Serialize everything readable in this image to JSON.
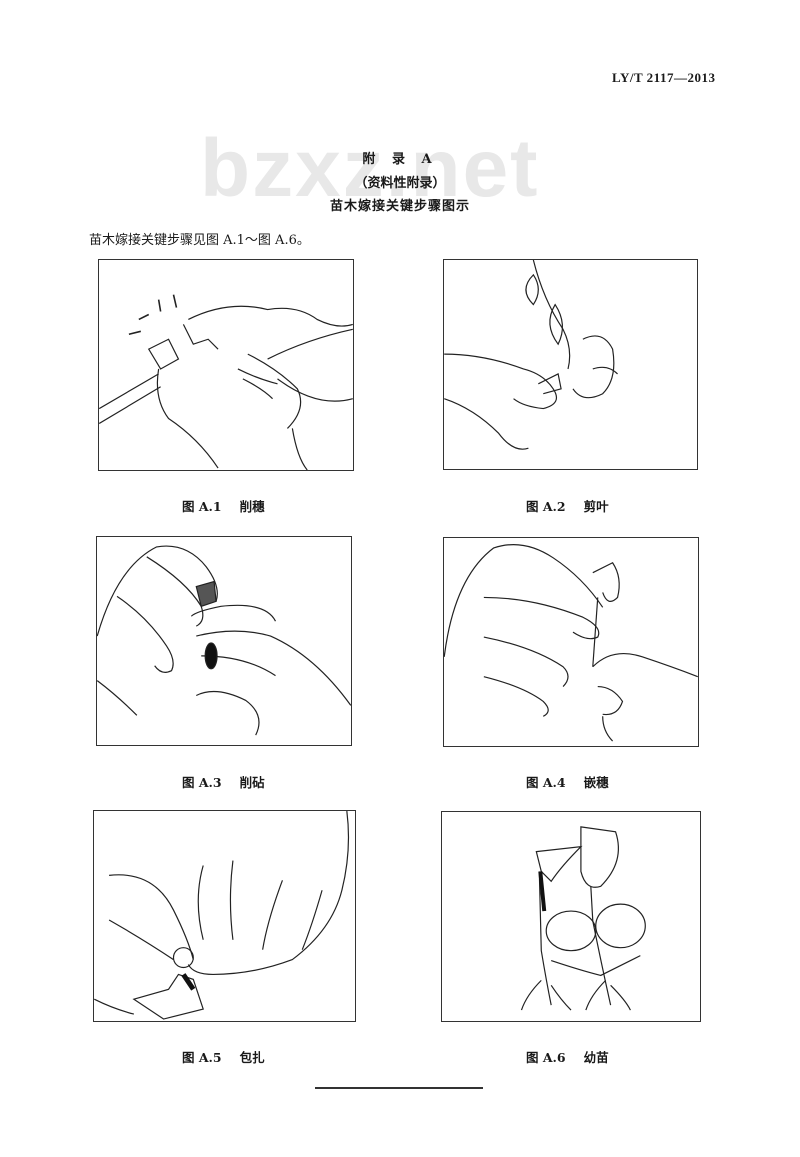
{
  "header": {
    "standard_code": "LY/T 2117—2013",
    "watermark": "bzxz.net"
  },
  "appendix": {
    "label": "附 录 A",
    "type": "（资料性附录）",
    "title": "苗木嫁接关键步骤图示"
  },
  "intro_text": "苗木嫁接关键步骤见图 A.1～图 A.6。",
  "figures": [
    {
      "number": "图 A.1",
      "caption": "削穗",
      "illustration": "hands-cutting-scion-illustration"
    },
    {
      "number": "图 A.2",
      "caption": "剪叶",
      "illustration": "hand-trimming-leaves-with-shears-illustration"
    },
    {
      "number": "图 A.3",
      "caption": "削砧",
      "illustration": "hands-cutting-rootstock-illustration"
    },
    {
      "number": "图 A.4",
      "caption": "嵌穗",
      "illustration": "hands-inserting-scion-illustration"
    },
    {
      "number": "图 A.5",
      "caption": "包扎",
      "illustration": "hands-wrapping-graft-illustration"
    },
    {
      "number": "图 A.6",
      "caption": "幼苗",
      "illustration": "grafted-seedling-illustration"
    }
  ]
}
